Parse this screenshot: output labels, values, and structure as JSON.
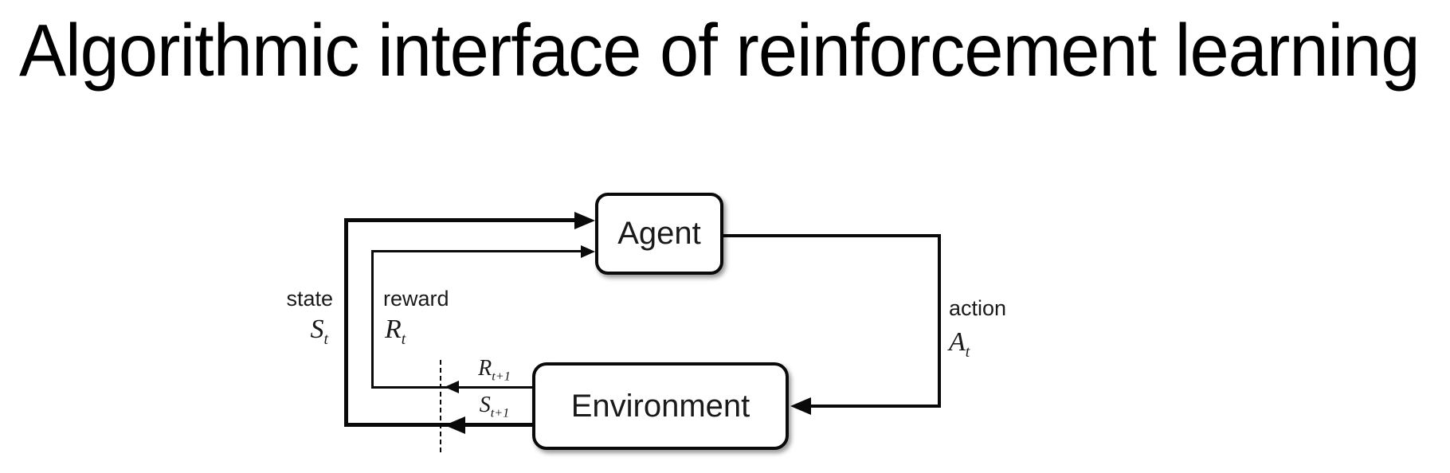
{
  "title": "Algorithmic interface of reinforcement learning",
  "diagram": {
    "boxes": {
      "agent": {
        "label": "Agent"
      },
      "environment": {
        "label": "Environment"
      }
    },
    "labels": {
      "state_word": "state",
      "state_symbol": {
        "base": "S",
        "sub": "t"
      },
      "reward_word": "reward",
      "reward_symbol": {
        "base": "R",
        "sub": "t"
      },
      "action_word": "action",
      "action_symbol": {
        "base": "A",
        "sub": "t"
      },
      "next_reward_symbol": {
        "base": "R",
        "sub": "t+1"
      },
      "next_state_symbol": {
        "base": "S",
        "sub": "t+1"
      }
    },
    "colors": {
      "ink": "#0a0a0a",
      "text": "#1a1a1a",
      "background": "#ffffff"
    }
  }
}
